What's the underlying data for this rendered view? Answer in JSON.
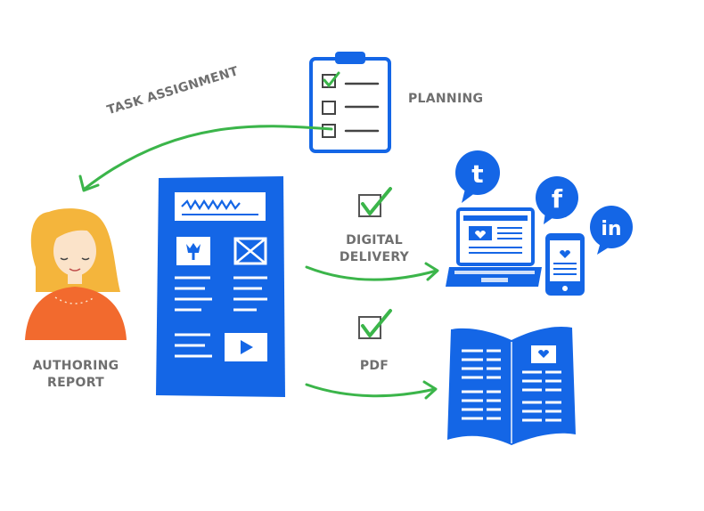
{
  "labels": {
    "task_assignment": "TASK ASSIGNMENT",
    "planning": "PLANNING",
    "authoring_line1": "AUTHORING",
    "authoring_line2": "REPORT",
    "digital_line1": "DIGITAL",
    "digital_line2": "DELIVERY",
    "pdf": "PDF"
  },
  "social": {
    "twitter": "t",
    "facebook": "f",
    "linkedin": "in"
  },
  "colors": {
    "blue": "#1466e6",
    "green": "#3bb54a",
    "gray": "#6f6f6f",
    "skin": "#fbe3c9",
    "hair": "#f4b53c",
    "shirt": "#f26a2e"
  },
  "icons": [
    "clipboard-icon",
    "person-icon",
    "document-icon",
    "checkmark-icon",
    "laptop-icon",
    "phone-icon",
    "magazine-icon",
    "twitter-bubble-icon",
    "facebook-bubble-icon",
    "linkedin-bubble-icon"
  ]
}
